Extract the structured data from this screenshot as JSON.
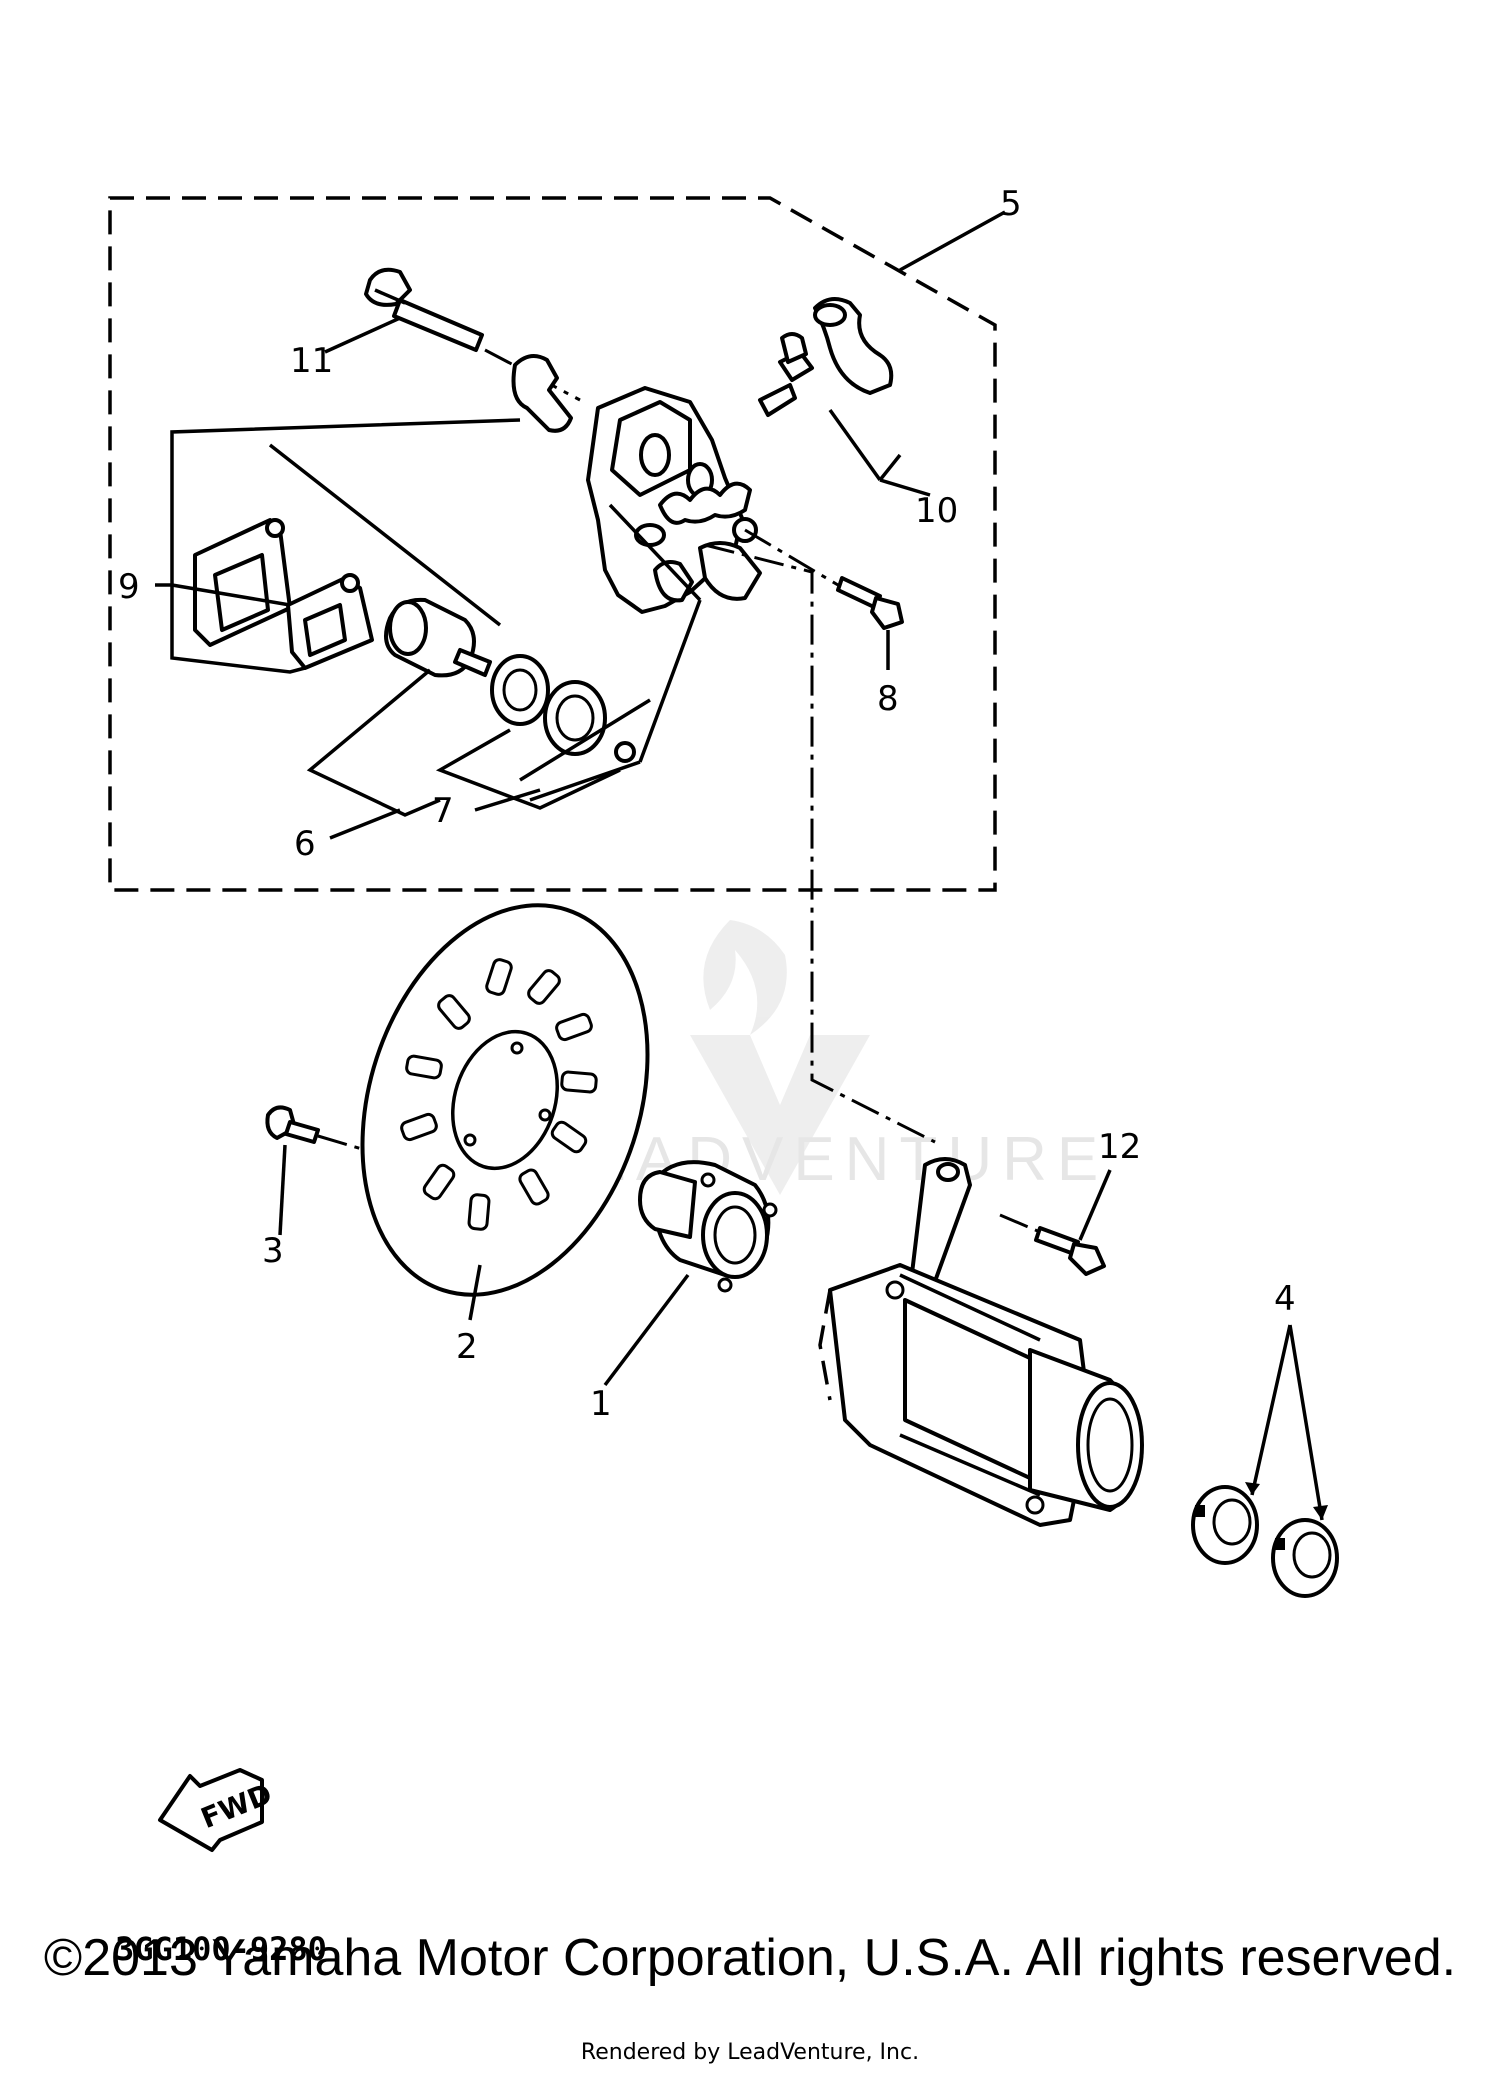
{
  "callouts": {
    "c1": "1",
    "c2": "2",
    "c3": "3",
    "c4": "4",
    "c5": "5",
    "c6": "6",
    "c7": "7",
    "c8": "8",
    "c9": "9",
    "c10": "10",
    "c11": "11",
    "c12": "12"
  },
  "fwd_arrow": {
    "label": "FWD"
  },
  "diagram_code": "3GG100-9280",
  "watermark": {
    "text": "LEADVENTURE"
  },
  "footer": {
    "copyright": "©2013 Yamaha Motor Corporation, U.S.A. All rights reserved.",
    "rendered_by": "Rendered by LeadVenture, Inc."
  }
}
